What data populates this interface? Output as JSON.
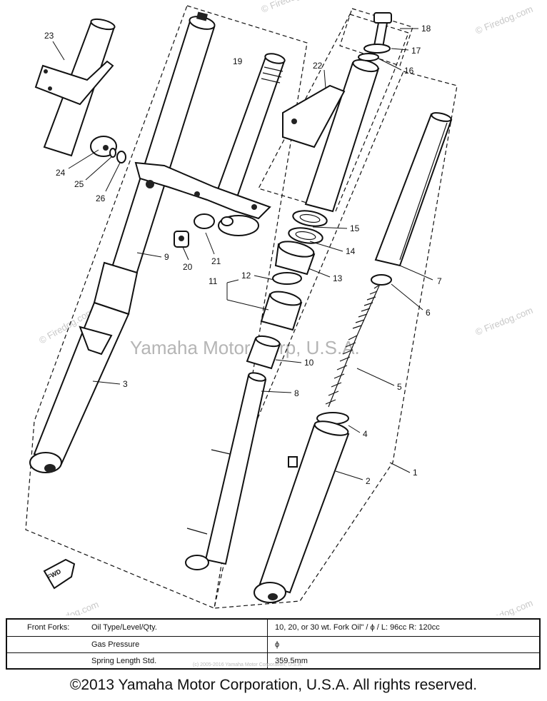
{
  "watermark_brand": "© Firedog.com",
  "watermark_center": "Yamaha Motor Corp, U.S.A.",
  "watermark_small": "(c) 2005-2016 Yamaha Motor Corporation, U.S.A.",
  "part_numbers": [
    "1",
    "2",
    "3",
    "4",
    "5",
    "6",
    "7",
    "8",
    "9",
    "10",
    "11",
    "12",
    "13",
    "14",
    "15",
    "16",
    "17",
    "18",
    "19",
    "20",
    "21",
    "22",
    "23",
    "24",
    "25",
    "26"
  ],
  "fwd_label": "FWD",
  "specs": {
    "row1": {
      "label_group": "Front Forks:",
      "label": "Oil Type/Level/Qty.",
      "value": "10, 20, or 30 wt. Fork Oil\" / ϕ / L: 96cc   R: 120cc"
    },
    "row2": {
      "label": "Gas Pressure",
      "value": "ϕ"
    },
    "row3": {
      "label": "Spring Length Std.",
      "value": "359.5mm"
    }
  },
  "footer": "©2013 Yamaha Motor Corporation, U.S.A. All rights reserved."
}
